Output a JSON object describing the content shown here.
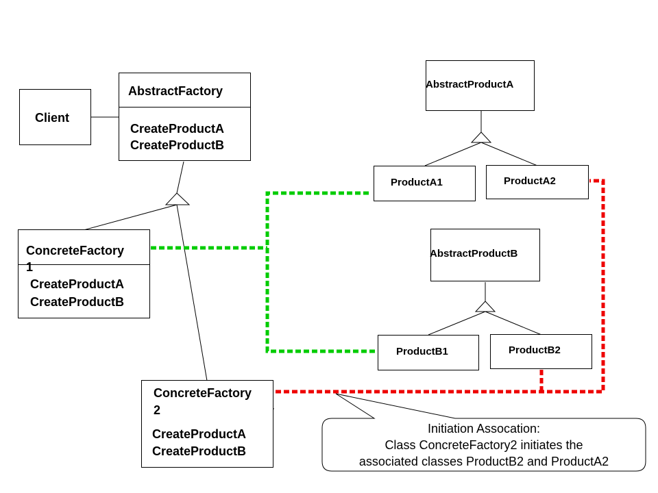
{
  "client": {
    "label": "Client"
  },
  "abstract_factory": {
    "title": "AbstractFactory",
    "ops": [
      "CreateProductA",
      "CreateProductB"
    ]
  },
  "concrete_factory_1": {
    "title_line1": "ConcreteFactory",
    "title_line2": "1",
    "ops": [
      "CreateProductA",
      "CreateProductB"
    ]
  },
  "concrete_factory_2": {
    "title_line1": "ConcreteFactory",
    "title_line2": "2",
    "ops": [
      "CreateProductA",
      "CreateProductB"
    ]
  },
  "abstract_product_a": {
    "label": "AbstractProductA"
  },
  "product_a1": {
    "label": "ProductA1"
  },
  "product_a2": {
    "label": "ProductA2"
  },
  "abstract_product_b": {
    "label": "AbstractProductB"
  },
  "product_b1": {
    "label": "ProductB1"
  },
  "product_b2": {
    "label": "ProductB2"
  },
  "callout": {
    "line1": "Initiation Assocation:",
    "line2": "Class ConcreteFactory2 initiates the",
    "line3": "associated classes ProductB2 and ProductA2"
  },
  "colors": {
    "factory1_association": "#00cc00",
    "factory2_association": "#ee0000",
    "line": "#000000"
  }
}
